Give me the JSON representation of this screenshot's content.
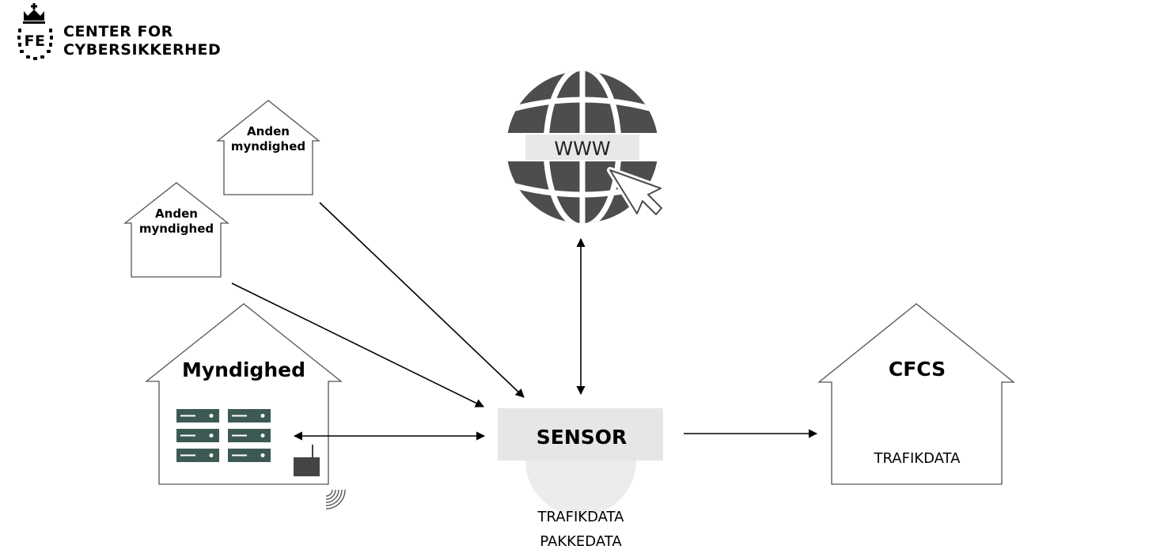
{
  "logo": {
    "mark": "FE",
    "line1": "CENTER FOR",
    "line2": "CYBERSIKKERHED",
    "icon": "crown-icon"
  },
  "houses": {
    "other_authority_top": {
      "line1": "Anden",
      "line2": "myndighed"
    },
    "other_authority_left": {
      "line1": "Anden",
      "line2": "myndighed"
    },
    "authority": {
      "title": "Myndighed"
    },
    "cfcs": {
      "title": "CFCS",
      "subtitle": "TRAFIKDATA"
    }
  },
  "internet": {
    "label": "WWW",
    "icon": "globe-icon",
    "cursor_icon": "cursor-arrow-icon"
  },
  "sensor": {
    "label": "SENSOR",
    "caption1": "TRAFIKDATA",
    "caption2": "PAKKEDATA"
  },
  "colors": {
    "server": "#3c5a53",
    "globe": "#4d4d4d",
    "sensor_box": "#e6e6e6",
    "sensor_dome": "#ececec"
  }
}
